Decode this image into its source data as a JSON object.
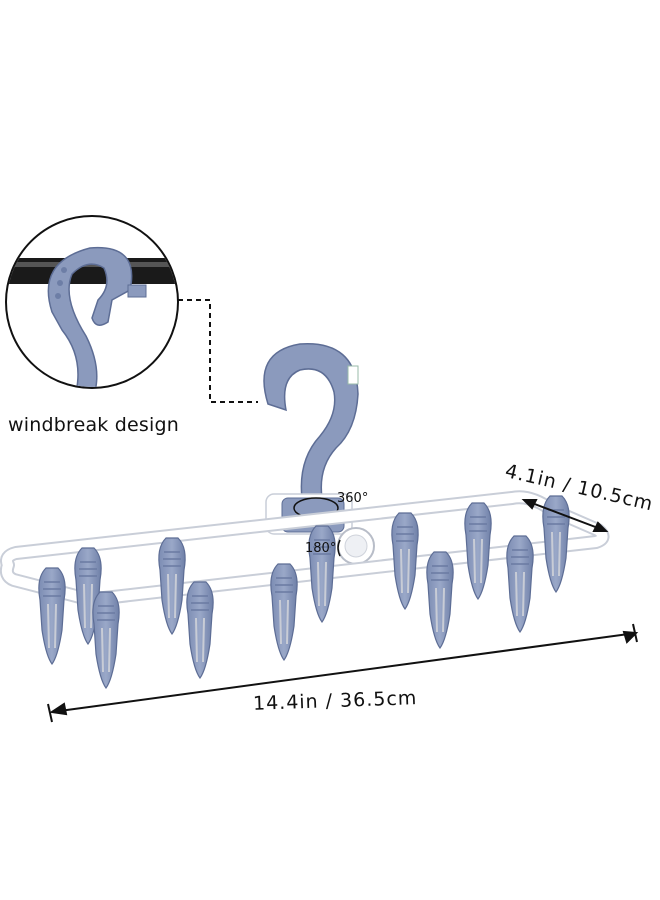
{
  "callout": {
    "label": "windbreak design"
  },
  "dimensions": {
    "width": "14.4in / 36.5cm",
    "depth": "4.1in / 10.5cm"
  },
  "rotation": {
    "hook": "360°",
    "head": "180°"
  },
  "colors": {
    "clip": "#8b9abd",
    "clip_dark": "#6d7ea6",
    "frame": "#ffffff",
    "frame_outline": "#c9ced8",
    "bar": "#1a1a1a",
    "dimension_line": "#111111"
  },
  "icons": [
    "magnifier-circle-icon",
    "dashed-connector-icon",
    "rotation-arrow-icon"
  ]
}
